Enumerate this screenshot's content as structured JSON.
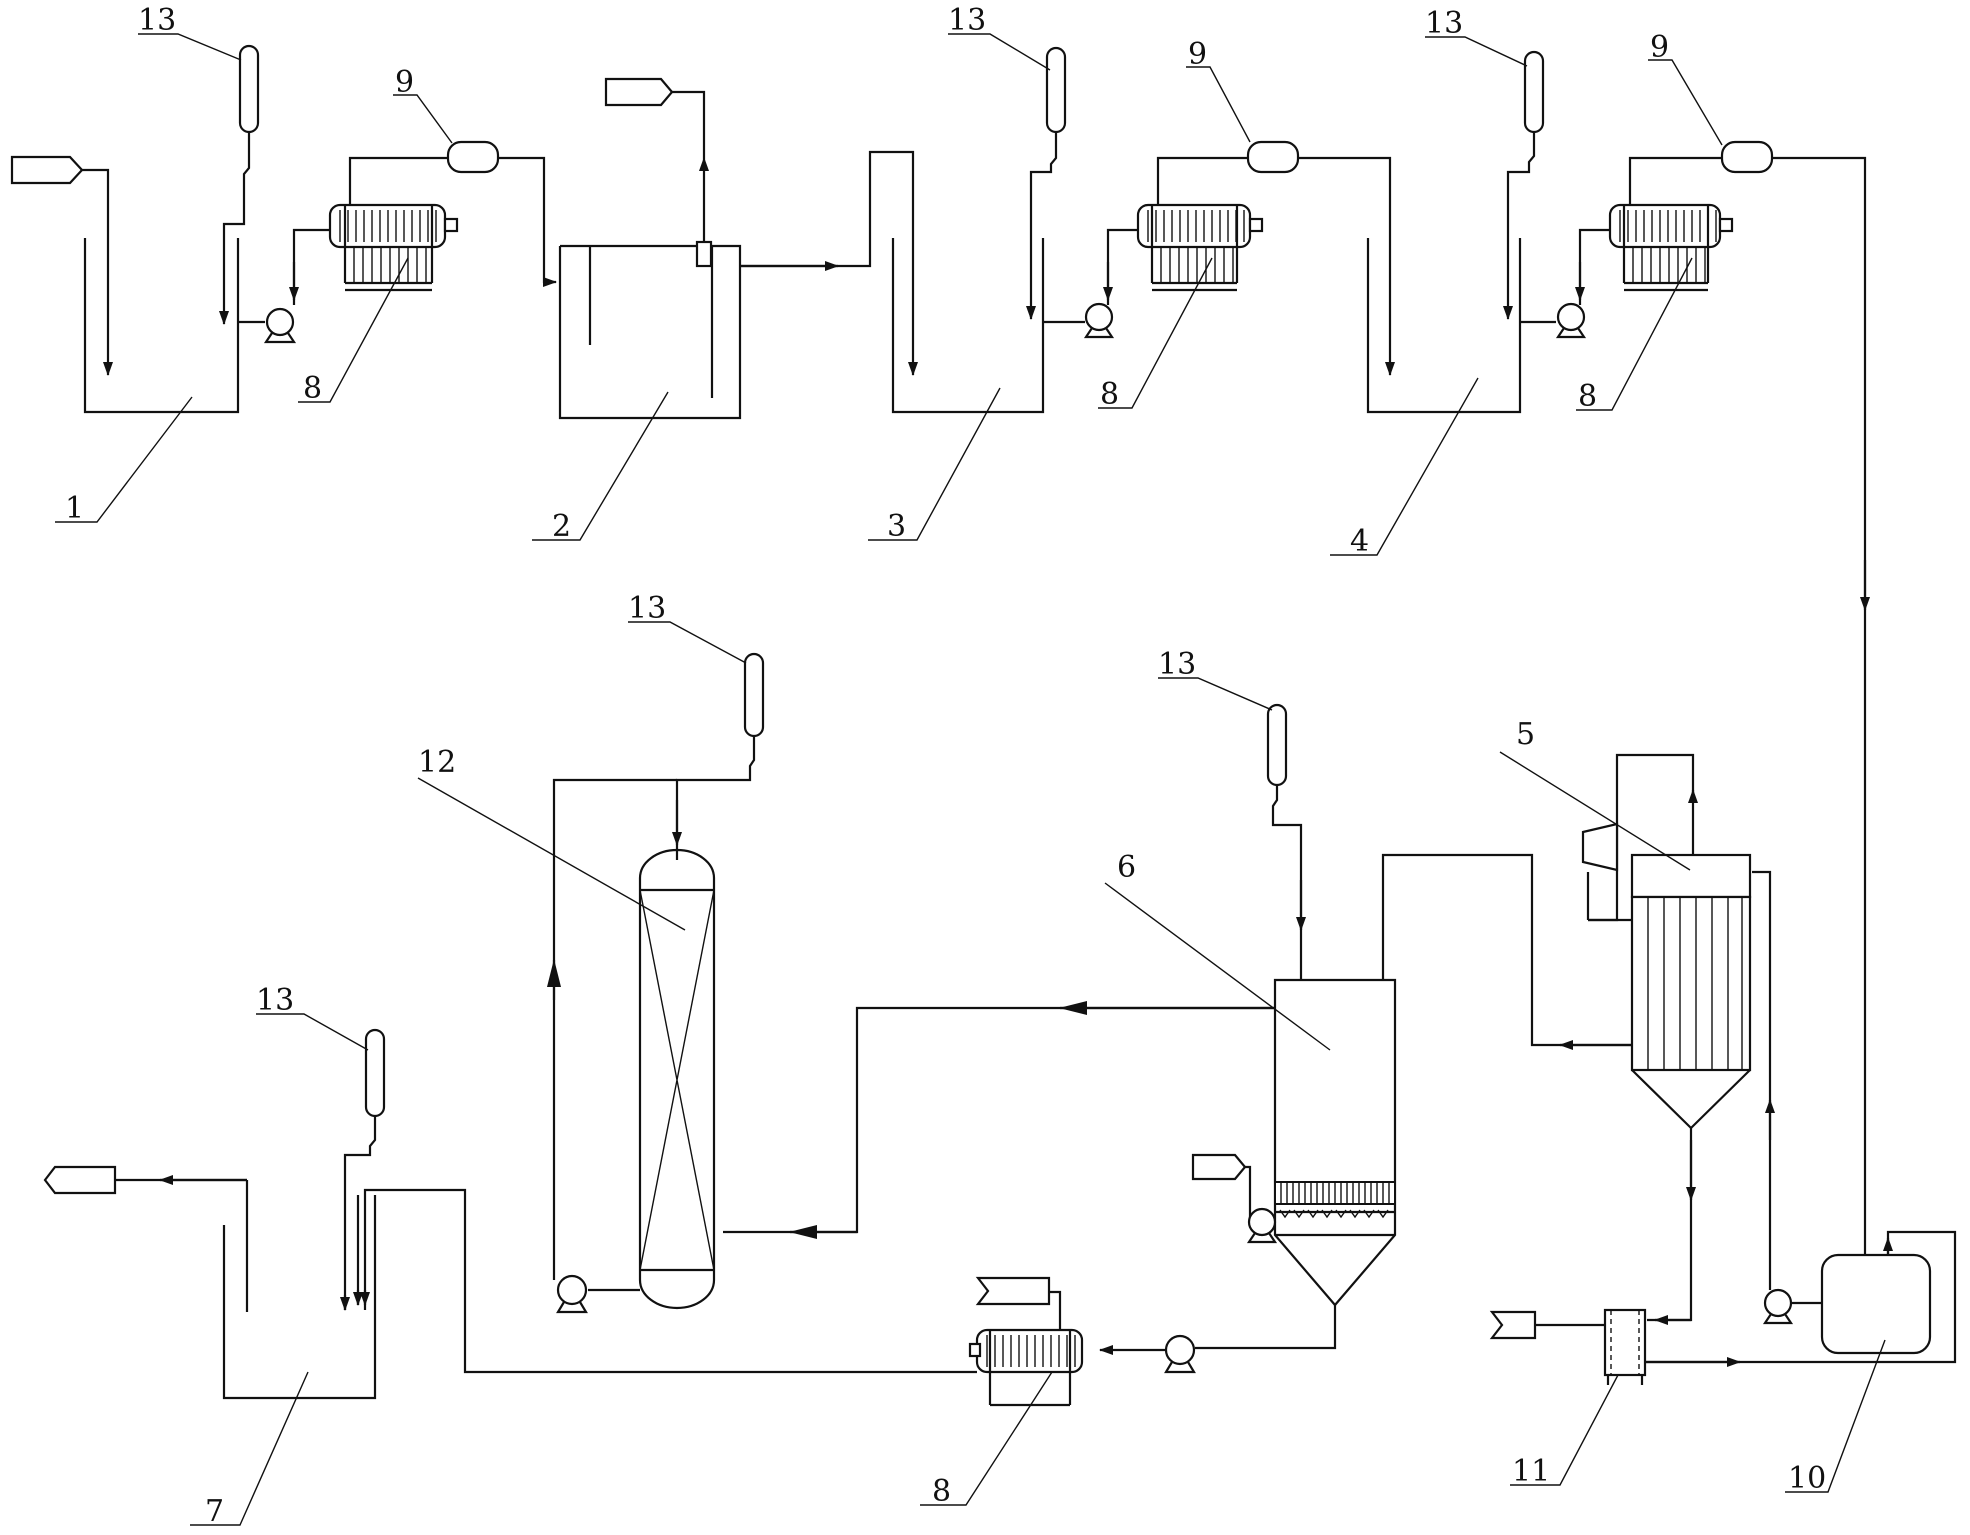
{
  "labels": {
    "n1": "1",
    "n2": "2",
    "n3": "3",
    "n4": "4",
    "n5": "5",
    "n6": "6",
    "n7": "7",
    "n8": "8",
    "n9": "9",
    "n10": "10",
    "n11": "11",
    "n12": "12",
    "n13": "13"
  },
  "colors": {
    "line": "#111111",
    "background": "#ffffff"
  }
}
